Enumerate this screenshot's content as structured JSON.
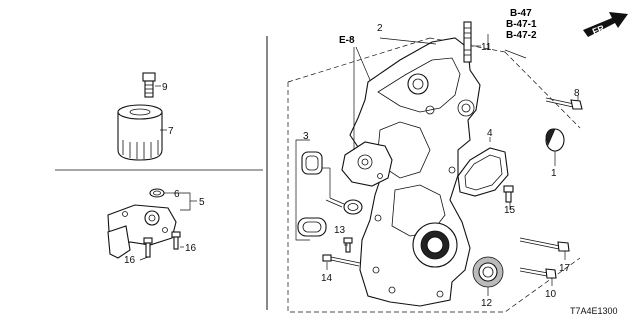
{
  "diagram": {
    "code": "T7A4E1300",
    "direction_label": "FR.",
    "refs": [
      "B-47",
      "B-47-1",
      "B-47-2",
      "E-8"
    ],
    "callouts": [
      "1",
      "2",
      "3",
      "4",
      "5",
      "6",
      "7",
      "8",
      "9",
      "10",
      "11",
      "12",
      "13",
      "14",
      "15",
      "16",
      "16",
      "17"
    ]
  }
}
